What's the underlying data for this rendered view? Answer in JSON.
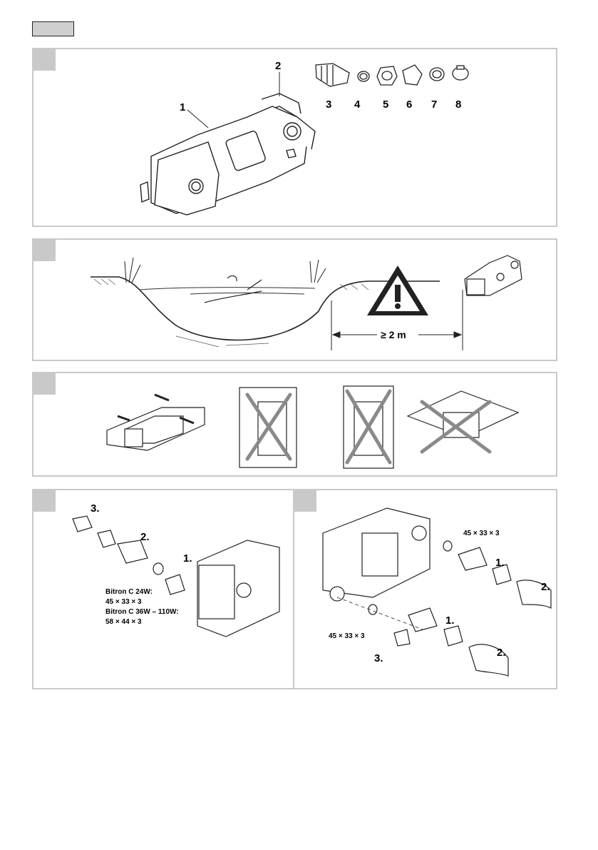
{
  "panelA": {
    "part_labels": [
      "1",
      "2",
      "3",
      "4",
      "5",
      "6",
      "7",
      "8"
    ]
  },
  "panelB": {
    "distance_label": "≥ 2 m"
  },
  "panelD": {
    "steps": [
      "3.",
      "2.",
      "1."
    ],
    "note_line1": "Bitron C 24W:",
    "note_line2": "45 × 33 × 3",
    "note_line3": "Bitron C 36W – 110W:",
    "note_line4": "58 × 44 × 3"
  },
  "panelE": {
    "dim_top": "45 × 33 × 3",
    "dim_bottom": "45 × 33 × 3",
    "steps_top": [
      "1.",
      "2."
    ],
    "steps_bottom": [
      "1.",
      "2.",
      "3."
    ]
  },
  "colors": {
    "panel_border": "#c9c9c9",
    "cross": "#8a8a8a",
    "ink": "#111111"
  }
}
